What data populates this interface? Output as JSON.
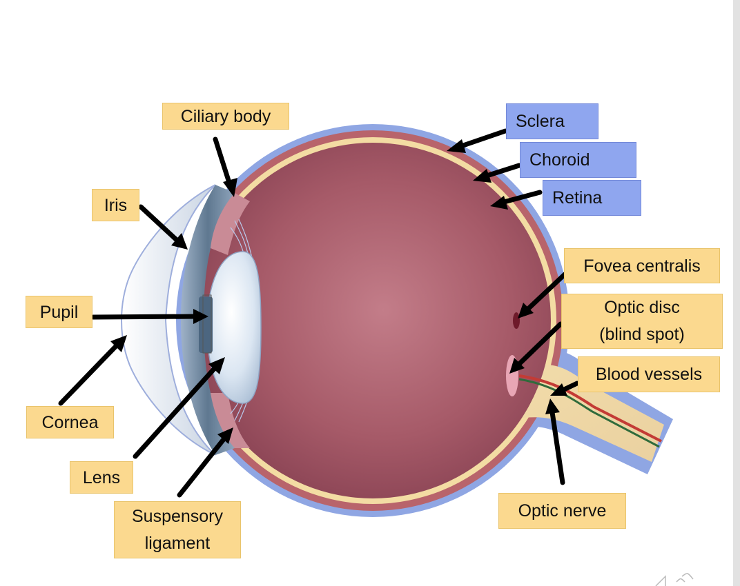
{
  "labels": {
    "ciliary_body": "Ciliary body",
    "iris": "Iris",
    "pupil": "Pupil",
    "cornea": "Cornea",
    "lens": "Lens",
    "suspensory_ligament": [
      "Suspensory",
      "ligament"
    ],
    "sclera": "Sclera",
    "choroid": "Choroid",
    "retina": "Retina",
    "fovea_centralis": "Fovea centralis",
    "optic_disc": [
      "Optic disc",
      "(blind spot)"
    ],
    "blood_vessels": "Blood vessels",
    "optic_nerve": "Optic nerve"
  },
  "colors": {
    "yellow_label": "#fbd98f",
    "blue_label": "#8fa6ef",
    "sclera": "#8fa6e3",
    "choroid": "#b8646b",
    "retina": "#f3dca3",
    "vitreous": "#b26674",
    "arrow": "#000000"
  }
}
